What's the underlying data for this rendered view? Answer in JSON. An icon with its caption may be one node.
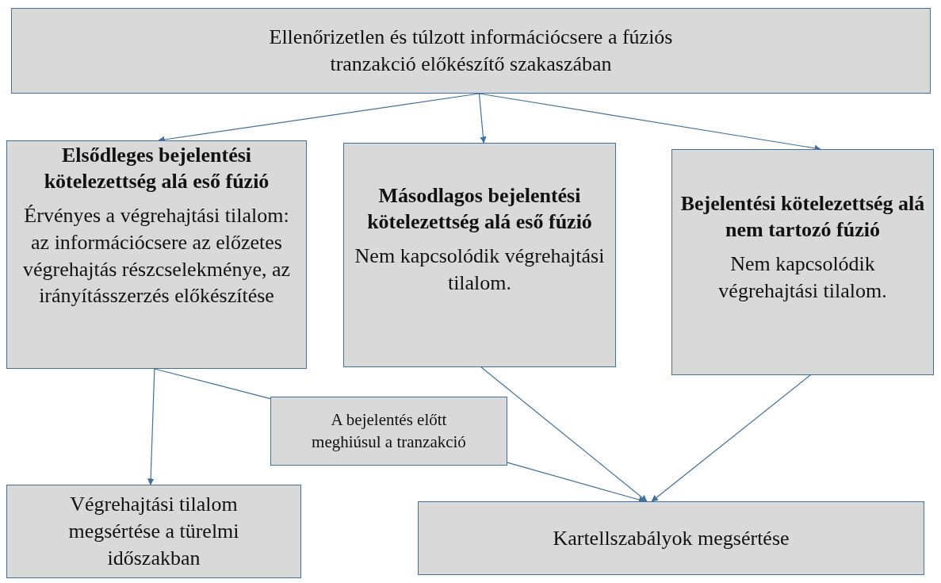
{
  "diagram": {
    "nodes": [
      {
        "text": [
          "Ellenőrizetlen és túlzott információcsere a fúziós tranzakció előkészítő szakaszában"
        ]
      },
      {
        "text": [
          "Elsődleges bejelentési kötelezettség alá eső fúzió",
          "Érvényes a végrehajtási tilalom: az információcsere az előzetes végrehajtás részcselekménye, az irányításszerzés előkészítése"
        ]
      },
      {
        "text": [
          "Másodlagos bejelentési kötelezettség alá eső fúzió",
          "Nem kapcsolódik végrehajtási tilalom."
        ]
      },
      {
        "text": [
          "Bejelentési kötelezettség alá nem tartozó fúzió",
          "Nem kapcsolódik végrehajtási tilalom."
        ]
      },
      {
        "text": [
          "Végrehajtási tilalom megsértése a türelmi időszakban"
        ]
      },
      {
        "text": [
          "A bejelentés előtt meghiúsul a tranzakció"
        ]
      },
      {
        "text": [
          "Kartellszabályok megsértése"
        ]
      }
    ],
    "edges": [
      {
        "from": 0,
        "to": 1,
        "arrow": "to"
      },
      {
        "from": 0,
        "to": 2,
        "arrow": "to"
      },
      {
        "from": 0,
        "to": 3,
        "arrow": "to"
      },
      {
        "from": 1,
        "to": 4,
        "arrow": "to"
      },
      {
        "from": 1,
        "to": 5,
        "arrow": "none"
      },
      {
        "from": 5,
        "to": 6,
        "arrow": "to"
      },
      {
        "from": 2,
        "to": 6,
        "arrow": "to"
      },
      {
        "from": 3,
        "to": 6,
        "arrow": "to"
      }
    ]
  }
}
